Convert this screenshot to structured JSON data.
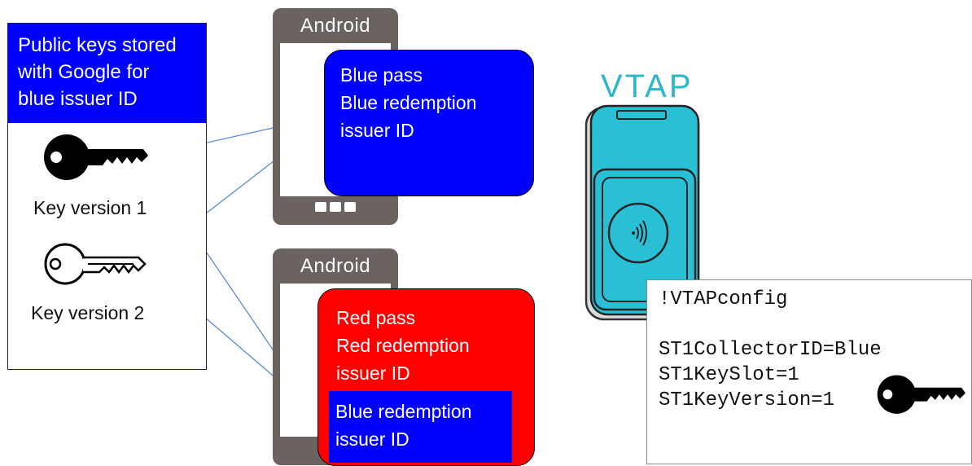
{
  "key_panel": {
    "header": [
      "Public keys stored",
      "with Google for",
      "blue issuer ID"
    ],
    "key1_label": "Key version 1",
    "key2_label": "Key version 2",
    "icons": [
      "key-filled-black",
      "key-outline"
    ]
  },
  "phones": [
    {
      "title": "Android"
    },
    {
      "title": "Android"
    }
  ],
  "blue_pass": {
    "lines": [
      "Blue pass",
      "Blue redemption",
      "issuer ID"
    ],
    "color": "#0000ff"
  },
  "red_pass": {
    "lines": [
      "Red pass",
      "Red redemption",
      "issuer ID"
    ],
    "inset_lines": [
      "Blue redemption",
      "issuer ID"
    ],
    "color": "#ff0000",
    "inset_color": "#0000ff"
  },
  "vtap": {
    "logo": "VTAP",
    "accent": "#2db7c9",
    "icon": "contactless-icon"
  },
  "config": {
    "lines": [
      "!VTAPconfig",
      "",
      "ST1CollectorID=Blue",
      "ST1KeySlot=1",
      "ST1KeyVersion=1"
    ],
    "icon": "key-filled-black"
  }
}
